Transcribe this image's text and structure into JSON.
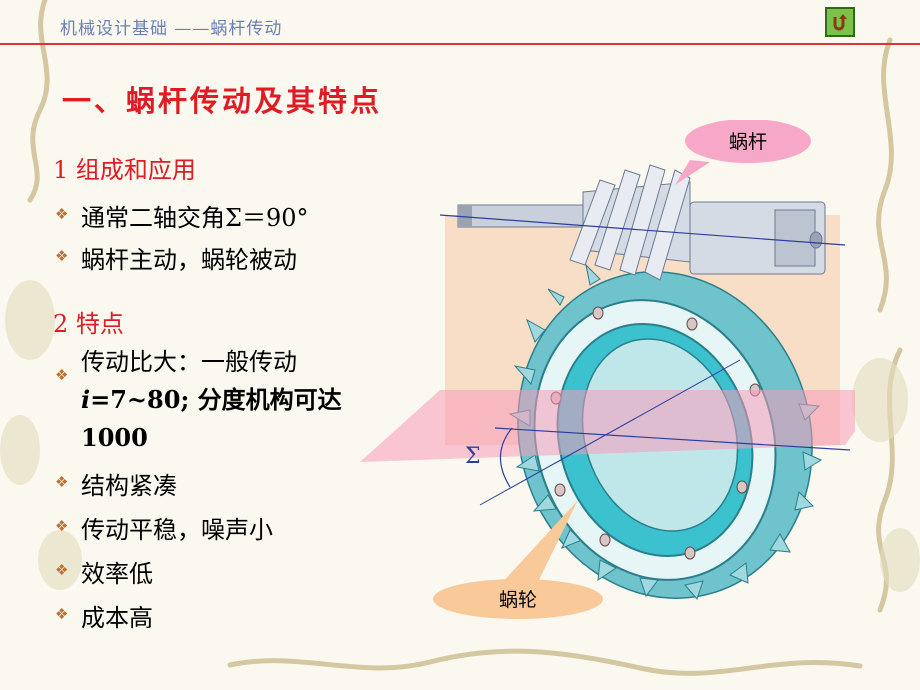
{
  "header": {
    "title": "机械设计基础 ——蜗杆传动",
    "back_icon": "return-arrow-icon"
  },
  "section_title": "一、蜗杆传动及其特点",
  "composition": {
    "heading": "1 组成和应用",
    "items": [
      "通常二轴交角Σ＝90°",
      "蜗杆主动，蜗轮被动"
    ]
  },
  "features": {
    "heading": "2 特点",
    "ratio_line1": "传动比大：一般传动",
    "ratio_line2_italic": "i",
    "ratio_line2_rest": "=7~80; 分度机构可达",
    "ratio_line3": "1000",
    "items": [
      "结构紧凑",
      "传动平稳，噪声小",
      "效率低",
      "成本高"
    ]
  },
  "figure": {
    "worm_label": "蜗杆",
    "wheel_label": "蜗轮",
    "angle_symbol": "Σ"
  },
  "colors": {
    "accent_red": "#e01b24",
    "header_blue": "#6a7fb5",
    "worm_callout": "#f7a8c8",
    "wheel_callout": "#f9c99a",
    "back_button": "#7cc24a"
  }
}
